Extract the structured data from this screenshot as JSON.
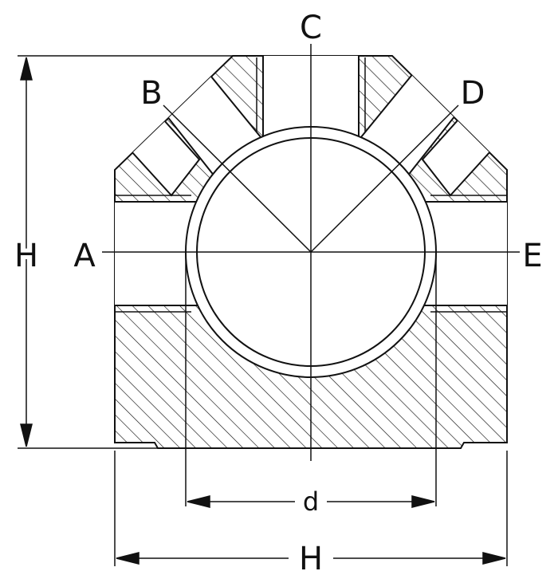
{
  "labels": {
    "c": "C",
    "b": "B",
    "d_port": "D",
    "a": "A",
    "e": "E",
    "h_left": "H",
    "h_bottom": "H",
    "d_dim": "d"
  },
  "colors": {
    "line": "#111111",
    "section_fill": "#cfcfcf",
    "background": "#ffffff"
  }
}
